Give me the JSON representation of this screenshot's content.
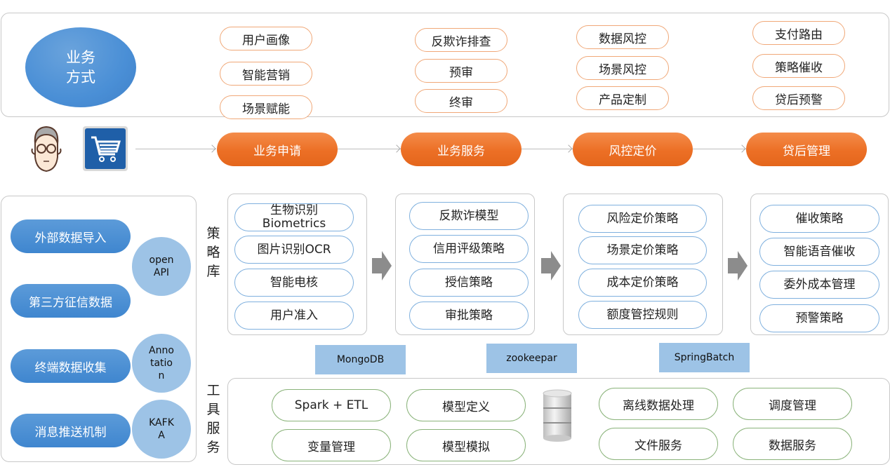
{
  "business_modes": {
    "title": "业务\n方式",
    "columns": [
      [
        "用户画像",
        "智能营销",
        "场景赋能"
      ],
      [
        "反欺诈排查",
        "预审",
        "终审"
      ],
      [
        "数据风控",
        "场景风控",
        "产品定制"
      ],
      [
        "支付路由",
        "策略催收",
        "贷后预警"
      ]
    ]
  },
  "icons": {
    "user": "user-avatar-icon",
    "cart": "shopping-cart-icon",
    "database": "database-icon"
  },
  "flow": {
    "steps": [
      "业务申请",
      "业务服务",
      "风控定价",
      "贷后管理"
    ],
    "color": "#ec6f25"
  },
  "data_sources": {
    "items": [
      "外部数据导入",
      "第三方征信数据",
      "终端数据收集",
      "消息推送机制"
    ],
    "interfaces": [
      "open\nAPI",
      "Anno\ntatio\nn",
      "KAFK\nA"
    ]
  },
  "strategy_library": {
    "label": "策\n略\n库",
    "groups": [
      [
        "生物识别\nBiometrics",
        "图片识别OCR",
        "智能电核",
        "用户准入"
      ],
      [
        "反欺诈模型",
        "信用评级策略",
        "授信策略",
        "审批策略"
      ],
      [
        "风险定价策略",
        "场景定价策略",
        "成本定价策略",
        "额度管控规则"
      ],
      [
        "催收策略",
        "智能语音催收",
        "委外成本管理",
        "预警策略"
      ]
    ]
  },
  "middleware": [
    "MongoDB",
    "zookeepar",
    "SpringBatch"
  ],
  "tool_services": {
    "label": "工\n具\n服\n务",
    "left": [
      [
        "Spark + ETL",
        "模型定义"
      ],
      [
        "变量管理",
        "模型模拟"
      ]
    ],
    "right": [
      [
        "离线数据处理",
        "调度管理"
      ],
      [
        "文件服务",
        "数据服务"
      ]
    ]
  }
}
